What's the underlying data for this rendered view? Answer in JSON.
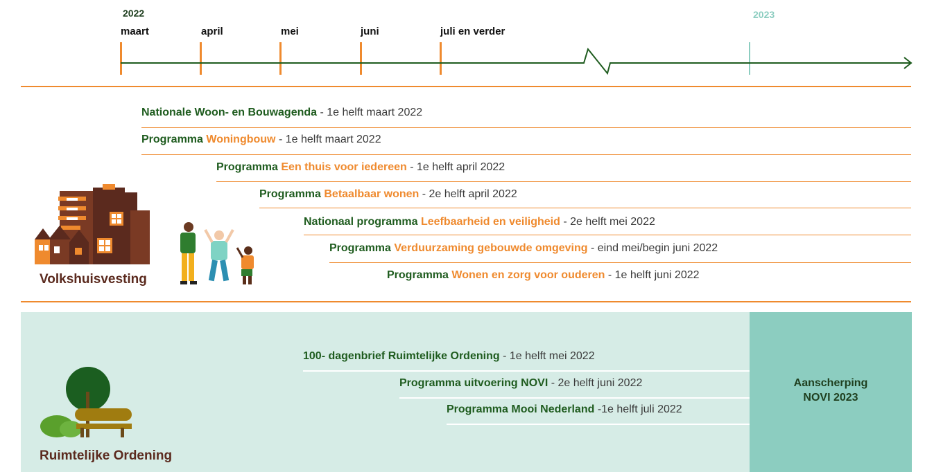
{
  "timeline": {
    "year_start": "2022",
    "year_end": "2023",
    "months": [
      "maart",
      "april",
      "mei",
      "juni",
      "juli en verder"
    ]
  },
  "volkshuisvesting": {
    "title": "Volkshuisvesting",
    "rows": [
      {
        "label": "Nationale Woon- en Bouwagenda",
        "highlight": "",
        "date": " - 1e helft maart 2022"
      },
      {
        "label": "Programma ",
        "highlight": "Woningbouw",
        "date": "  - 1e helft maart 2022"
      },
      {
        "label": "Programma ",
        "highlight": "Een thuis voor iedereen",
        "date": " - 1e helft april 2022"
      },
      {
        "label": "Programma ",
        "highlight": "Betaalbaar wonen",
        "date": " -  2e helft april 2022"
      },
      {
        "label": "Nationaal programma ",
        "highlight": "Leefbaarheid en veiligheid",
        "date": " - 2e helft mei 2022"
      },
      {
        "label": "Programma ",
        "highlight": "Verduurzaming gebouwde omgeving",
        "date": " - eind mei/begin juni 2022"
      },
      {
        "label": "Programma ",
        "highlight": "Wonen en zorg voor ouderen",
        "date": " - 1e helft juni 2022"
      }
    ]
  },
  "ruimtelijke_ordening": {
    "title": "Ruimtelijke Ordening",
    "rows": [
      {
        "label": "100- dagenbrief Ruimtelijke Ordening",
        "date": " - 1e helft mei 2022"
      },
      {
        "label": "Programma uitvoering NOVI",
        "date": " - 2e helft juni 2022"
      },
      {
        "label": "Programma Mooi Nederland",
        "date": " -1e helft juli 2022"
      }
    ],
    "novi_line1": "Aanscherping",
    "novi_line2": "NOVI 2023"
  },
  "colors": {
    "orange": "#ef8a2e",
    "dark_green": "#1f5c1f",
    "teal": "#8ccdc0",
    "light_teal": "#d6ece6",
    "brown": "#5b2a1e"
  }
}
